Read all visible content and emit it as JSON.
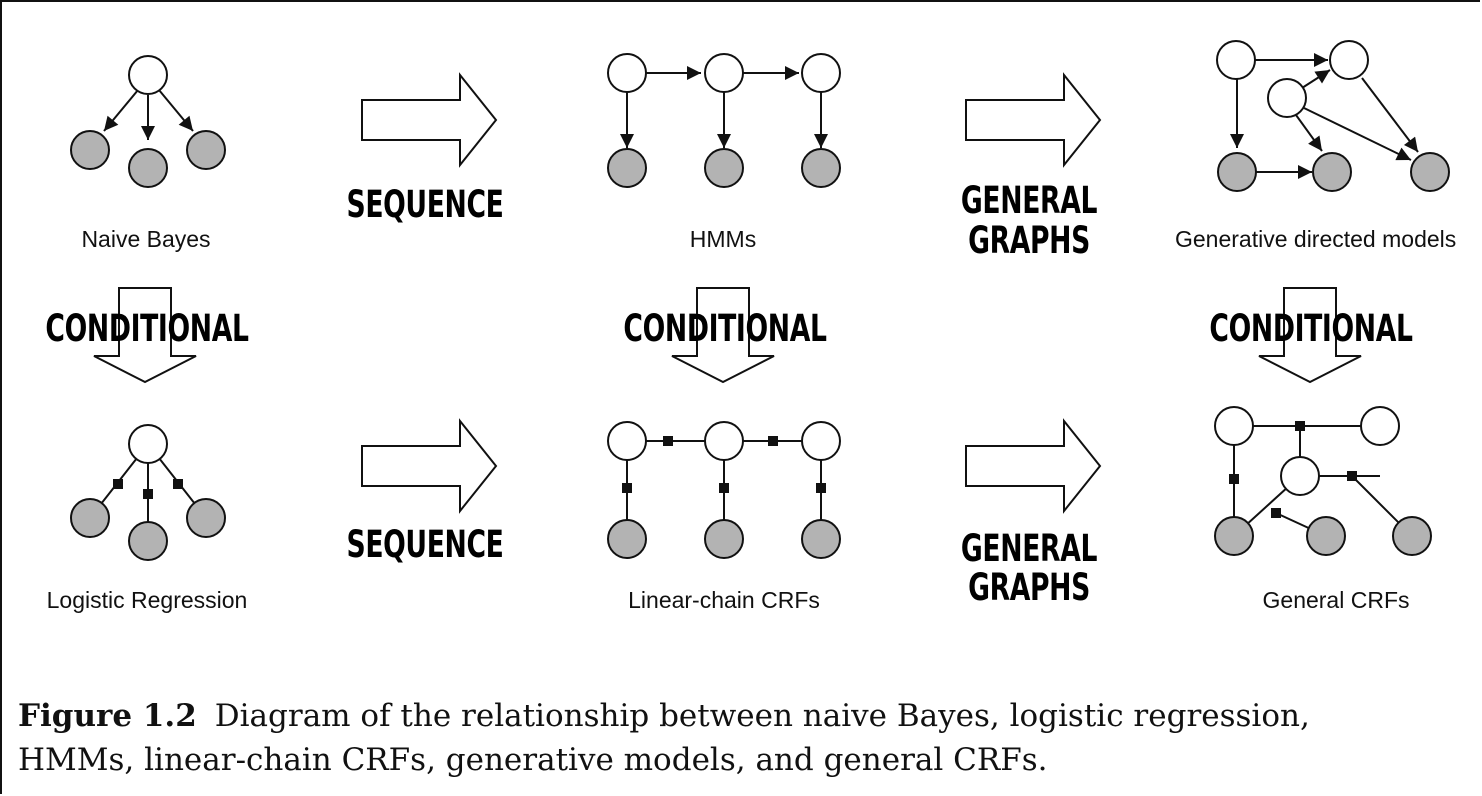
{
  "models": {
    "naive_bayes": "Naive Bayes",
    "hmms": "HMMs",
    "generative_directed": "Generative directed models",
    "logistic_regression": "Logistic Regression",
    "linear_chain_crfs": "Linear-chain CRFs",
    "general_crfs": "General CRFs"
  },
  "transitions": {
    "sequence": "SEQUENCE",
    "general_line1": "GENERAL",
    "general_line2": "GRAPHS",
    "conditional": "CONDITIONAL"
  },
  "caption": {
    "figure_number": "Figure 1.2",
    "text_line1": "Diagram of the relationship between naive Bayes, logistic regression,",
    "text_line2": "HMMs, linear-chain CRFs, generative models, and general CRFs."
  },
  "colors": {
    "observed_node": "#b3b3b3",
    "hidden_node": "#ffffff",
    "stroke": "#111111"
  }
}
